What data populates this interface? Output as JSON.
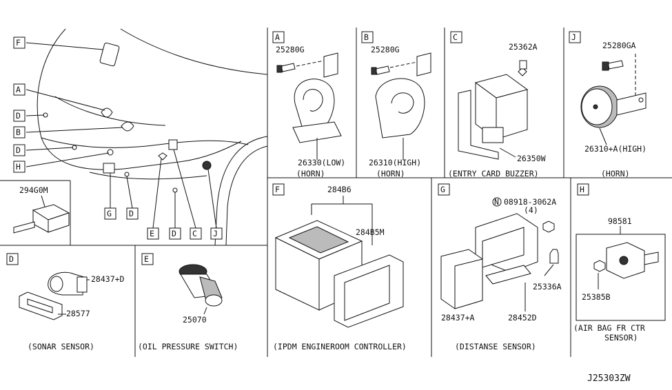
{
  "diagram_id": "J25303ZW",
  "callout_letters": {
    "A": "A",
    "B": "B",
    "C": "C",
    "D": "D",
    "E": "E",
    "F": "F",
    "G": "G",
    "H": "H",
    "J": "J",
    "N": "N"
  },
  "overview": {
    "left_labels": [
      "F",
      "A",
      "D",
      "B",
      "D",
      "H"
    ],
    "bottom_labels": [
      "G",
      "D",
      "E",
      "D",
      "C",
      "J"
    ]
  },
  "panels": {
    "A": {
      "letter": "A",
      "bolt": "25280G",
      "part": "26330(LOW)",
      "caption": "(HORN)"
    },
    "B": {
      "letter": "B",
      "bolt": "25280G",
      "part": "26310(HIGH)",
      "caption": "(HORN)"
    },
    "C": {
      "letter": "C",
      "bolt": "25362A",
      "part": "26350W",
      "caption": "(ENTRY CARD BUZZER)"
    },
    "J": {
      "letter": "J",
      "bolt": "25280GA",
      "part": "26310+A(HIGH)",
      "caption": "(HORN)"
    },
    "ecu": {
      "part": "294G0M"
    },
    "F": {
      "letter": "F",
      "part_top": "284B6",
      "part_right": "284B5M",
      "caption": "(IPDM ENGINEROOM CONTROLLER)"
    },
    "G": {
      "letter": "G",
      "nut": "08918-3062A",
      "qty": "(4)",
      "bolt": "25336A",
      "sensor": "28437+A",
      "bracket": "28452D",
      "caption": "(DISTANSE SENSOR)"
    },
    "H": {
      "letter": "H",
      "part": "98581",
      "nut": "25385B",
      "caption_line1": "(AIR BAG FR CTR",
      "caption_line2": "SENSOR)"
    },
    "D": {
      "letter": "D",
      "sensor": "28437+D",
      "bracket": "28577",
      "caption": "(SONAR SENSOR)"
    },
    "E": {
      "letter": "E",
      "part": "25070",
      "caption": "(OIL PRESSURE SWITCH)"
    }
  }
}
